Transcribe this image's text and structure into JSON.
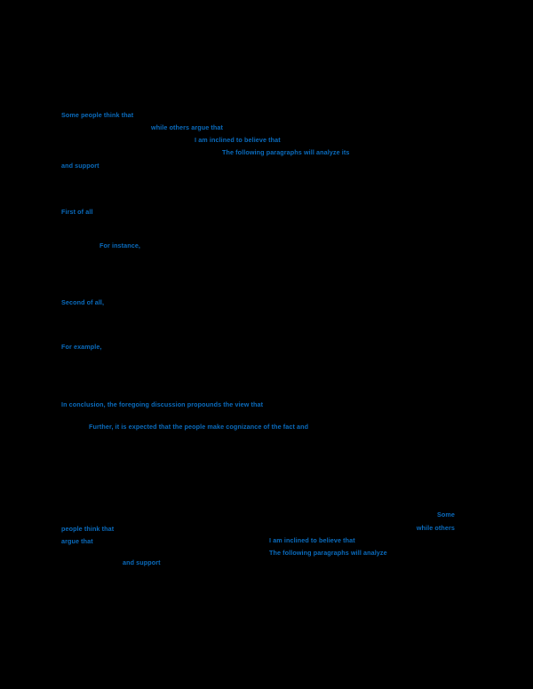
{
  "document": {
    "background_color": "#000000",
    "text_color": "#0a6bbd",
    "body": {
      "intro": {
        "line1": "Some people think that",
        "line2": "while others argue that",
        "line3": "I am inclined to believe that",
        "line4": "The following paragraphs will analyze its",
        "line5": "and support"
      },
      "paragraph1": {
        "opener": "First of all",
        "example_marker": "For instance,"
      },
      "paragraph2": {
        "opener": "Second of all,",
        "example_marker": "For example,"
      },
      "conclusion": {
        "line1": "In conclusion, the foregoing discussion propounds the view that",
        "line2": "Further, it is expected that the people make cognizance of the fact and"
      }
    },
    "footer_fragments": {
      "some": "Some",
      "while_others": "while others",
      "people_think_that": "people think that",
      "argue_that": "argue that",
      "inclined": "I am inclined to believe that",
      "following": "The following  paragraphs will analyze",
      "and_support": "and support"
    }
  }
}
